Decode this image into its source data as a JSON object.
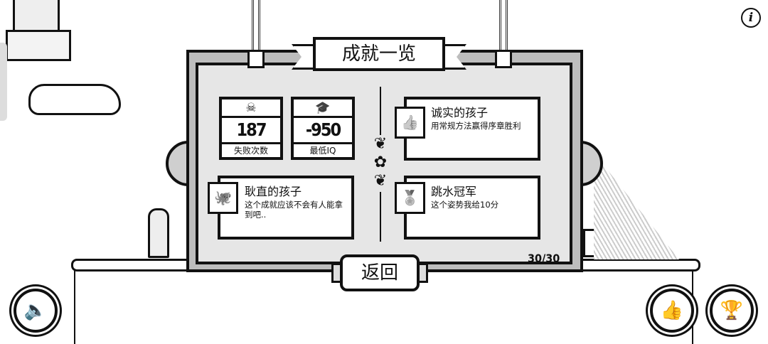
{
  "title": "成就一览",
  "stats": [
    {
      "icon": "skull-icon",
      "glyph": "☠",
      "value": "187",
      "label": "失败次数"
    },
    {
      "icon": "graduation-cap-icon",
      "glyph": "🎓",
      "value": "-950",
      "label": "最低IQ"
    }
  ],
  "achievements": [
    {
      "title": "诚实的孩子",
      "desc": "用常规方法赢得序章胜利",
      "glyph": "👍"
    },
    {
      "title": "耿直的孩子",
      "desc": "这个成就应该不会有人能拿到吧..",
      "glyph": "🐙"
    },
    {
      "title": "跳水冠军",
      "desc": "这个姿势我给10分",
      "glyph": "🏅"
    }
  ],
  "progress": "30/30",
  "back_label": "返回",
  "info_glyph": "i"
}
